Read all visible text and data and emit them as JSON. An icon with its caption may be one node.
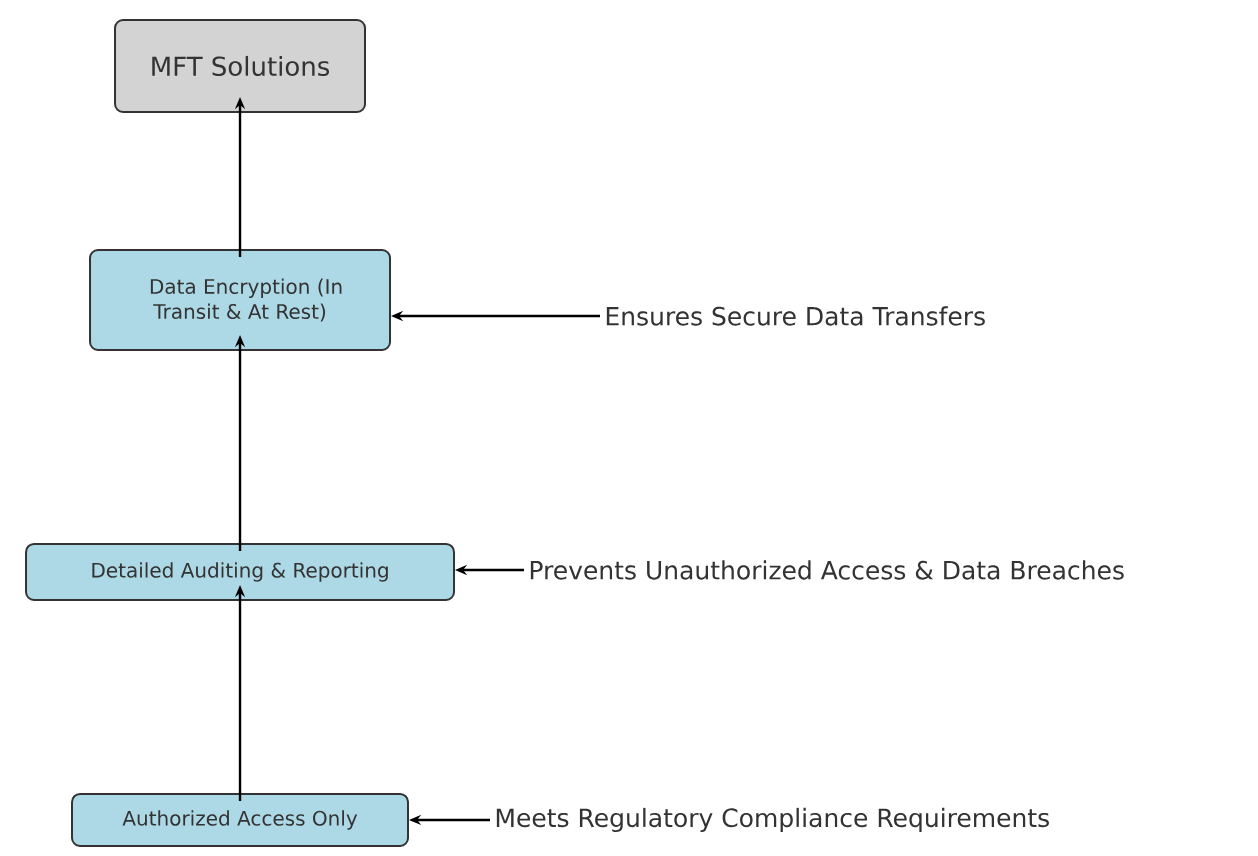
{
  "diagram": {
    "nodes": [
      {
        "text": [
          "MFT Solutions"
        ]
      },
      {
        "text": [
          "Data Encryption (In Transit & At Rest)"
        ]
      },
      {
        "text": [
          "Detailed Auditing & Reporting"
        ]
      },
      {
        "text": [
          "Authorized Access Only"
        ]
      },
      {
        "text": [
          "Ensures Secure Data Transfers"
        ]
      },
      {
        "text": [
          "Prevents Unauthorized Access & Data Breaches"
        ]
      },
      {
        "text": [
          "Meets Regulatory Compliance Requirements"
        ]
      }
    ],
    "edges": [
      {
        "from": 1,
        "to": 0,
        "arrow": "to"
      },
      {
        "from": 4,
        "to": 1,
        "arrow": "to"
      },
      {
        "from": 2,
        "to": 1,
        "arrow": "to"
      },
      {
        "from": 5,
        "to": 2,
        "arrow": "to"
      },
      {
        "from": 3,
        "to": 2,
        "arrow": "to"
      },
      {
        "from": 6,
        "to": 3,
        "arrow": "to"
      }
    ]
  }
}
